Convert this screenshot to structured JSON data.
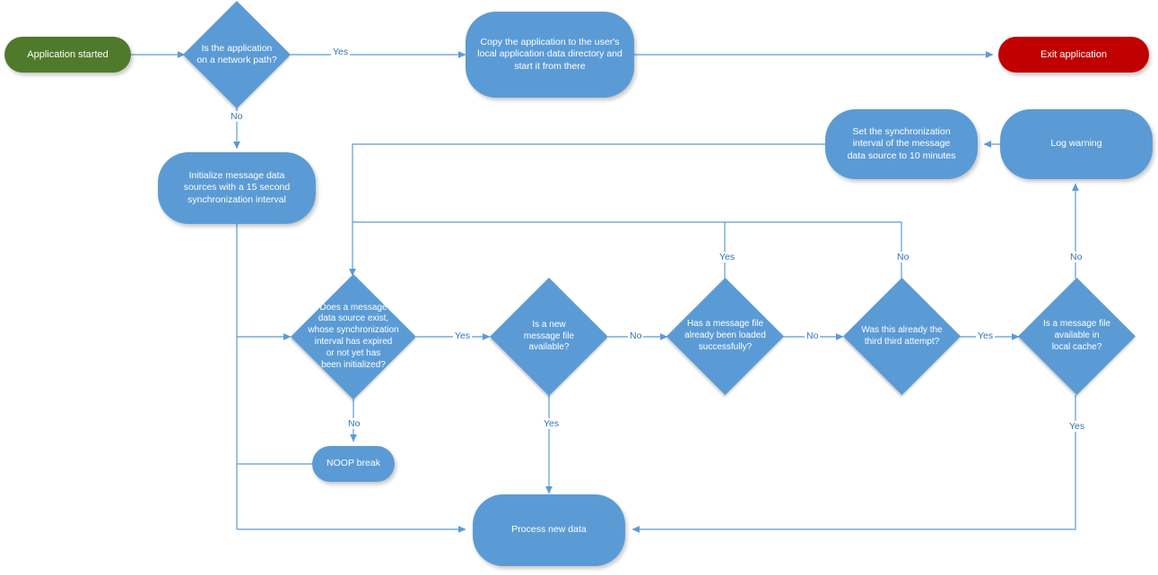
{
  "diagram": {
    "title": "Application startup and message synchronization flowchart",
    "colors": {
      "start": "#4F7A2B",
      "stop": "#C00000",
      "process": "#5B9BD5",
      "decision": "#5B9BD5",
      "connector": "#5B9BD5",
      "label_text": "#2E75B6",
      "node_text": "#FFFFFF",
      "background": "#FFFFFF"
    },
    "nodes": {
      "application_started": {
        "label": "Application started",
        "type": "terminator-start"
      },
      "is_network_path": {
        "label": "Is the application\non a network path?",
        "type": "decision"
      },
      "copy_application": {
        "label": "Copy the application to the user's\nlocal application data directory and\nstart it from there",
        "type": "process"
      },
      "exit_application": {
        "label": "Exit application",
        "type": "terminator-stop"
      },
      "initialize_sources": {
        "label": "Initialize message data\nsources with a 15 second\nsynchronization interval",
        "type": "process"
      },
      "set_sync_interval": {
        "label": "Set the synchronization\ninterval of the message\ndata source to 10 minutes",
        "type": "process"
      },
      "log_warning": {
        "label": "Log warning",
        "type": "process"
      },
      "source_exists": {
        "label": "Does a message\ndata source exist,\nwhose synchronization\ninterval has expired\nor not yet has\nbeen initialized?",
        "type": "decision"
      },
      "new_message_file": {
        "label": "Is a new\nmessage  file\navailable?",
        "type": "decision"
      },
      "already_loaded": {
        "label": "Has a message file\nalready been loaded\nsuccessfully?",
        "type": "decision"
      },
      "third_attempt": {
        "label": "Was this already the\nthird third attempt?",
        "type": "decision"
      },
      "local_cache": {
        "label": "Is a message file\navailable in\nlocal cache?",
        "type": "decision"
      },
      "noop_break": {
        "label": "NOOP break",
        "type": "process"
      },
      "process_new_data": {
        "label": "Process new data",
        "type": "process"
      }
    },
    "edge_labels": {
      "network_yes": "Yes",
      "network_no": "No",
      "source_exists_yes": "Yes",
      "source_exists_no": "No",
      "new_file_yes": "Yes",
      "new_file_no": "No",
      "already_loaded_yes": "Yes",
      "already_loaded_no": "No",
      "third_attempt_yes": "Yes",
      "third_attempt_no": "No",
      "local_cache_yes": "Yes",
      "local_cache_no": "No"
    }
  }
}
